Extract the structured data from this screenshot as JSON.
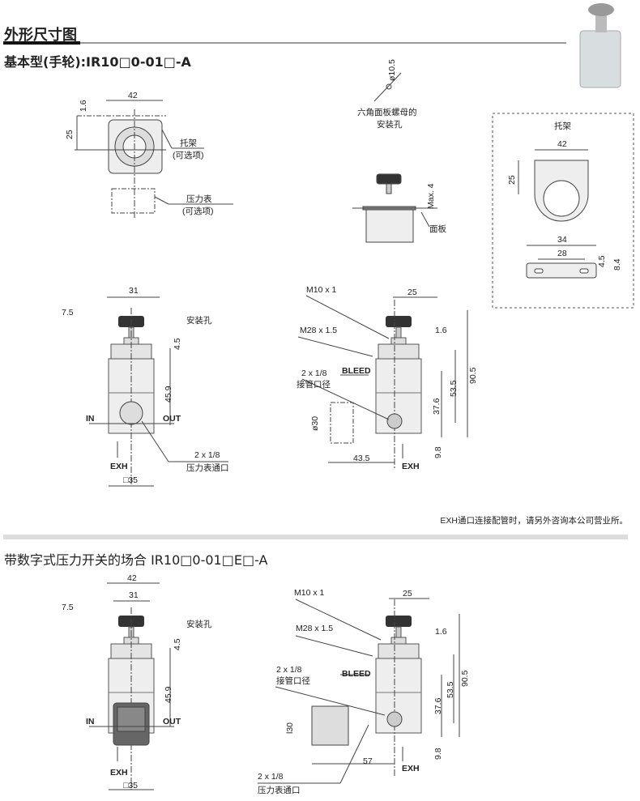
{
  "header": {
    "title": "外形尺寸图",
    "subtitle": "基本型(手轮):IR10□0-01□-A"
  },
  "top_view": {
    "dim_width": "42",
    "dim_gap": "1.6",
    "dim_height": "25",
    "bracket_label": "托架",
    "bracket_optional": "(可选项)",
    "gauge_label": "压力表",
    "gauge_optional": "(可选项)"
  },
  "panel_view": {
    "hole_dia": "ø10.5",
    "nut_hole_line1": "六角面板螺母的",
    "nut_hole_line2": "安装孔",
    "max": "Max. 4",
    "panel_label": "面板"
  },
  "bracket_box": {
    "title": "托架",
    "dim_42": "42",
    "dim_25": "25",
    "dim_34": "34",
    "dim_28": "28",
    "dim_4_5": "4.5",
    "dim_8_4": "8.4"
  },
  "front_view": {
    "dim_31": "31",
    "dim_7_5": "7.5",
    "mount_hole": "安装孔",
    "dim_4_5": "4.5",
    "dim_45_9": "45.9",
    "in": "IN",
    "out": "OUT",
    "exh": "EXH",
    "port": "2 x 1/8",
    "gauge_port": "压力表通口",
    "square": "□35"
  },
  "side_view": {
    "m10": "M10 x 1",
    "dim_25": "25",
    "m28": "M28 x 1.5",
    "dim_1_6": "1.6",
    "bleed": "BLEED",
    "port": "2 x 1/8",
    "port_label": "接管口径",
    "dim_90_5": "90.5",
    "dim_53_5": "53.5",
    "dim_37_6": "37.6",
    "dim_dia30": "ø30",
    "dim_43_5": "43.5",
    "exh": "EXH",
    "dim_9_8": "9.8"
  },
  "note": "EXH通口连接配管时，请另外咨询本公司营业所。",
  "section2": {
    "title": "带数字式压力开关的场合 IR10□0-01□E□-A",
    "front_view": {
      "dim_42": "42",
      "dim_31": "31",
      "dim_7_5": "7.5",
      "mount_hole": "安装孔",
      "dim_4_5": "4.5",
      "dim_45_9": "45.9",
      "in": "IN",
      "out": "OUT",
      "exh": "EXH",
      "square": "□35"
    },
    "side_view": {
      "m10": "M10 x 1",
      "dim_25": "25",
      "m28": "M28 x 1.5",
      "dim_1_6": "1.6",
      "bleed": "BLEED",
      "port": "2 x 1/8",
      "port_label": "接管口径",
      "dim_90_5": "90.5",
      "dim_53_5": "53.5",
      "dim_37_6": "37.6",
      "dim_30": "l30",
      "dim_57": "57",
      "exh": "EXH",
      "dim_9_8": "9.8",
      "gauge_port": "2 x 1/8",
      "gauge_port_label": "压力表通口"
    }
  }
}
